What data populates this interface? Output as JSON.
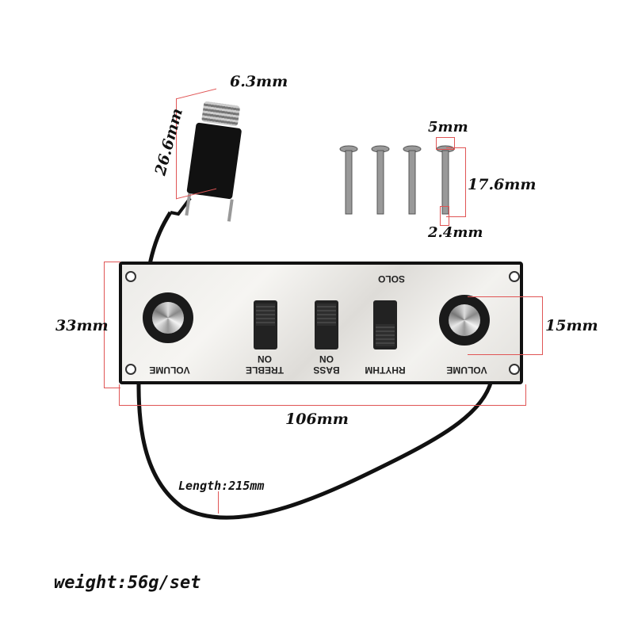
{
  "dimensions": {
    "jack_diameter": "6.3mm",
    "jack_length": "26.6mm",
    "screw_head": "5mm",
    "screw_length": "17.6mm",
    "screw_shank": "2.4mm",
    "plate_height": "33mm",
    "plate_width": "106mm",
    "knob_diameter": "15mm",
    "cable_length": "Length:215mm"
  },
  "plate_labels": {
    "solo": "SOLO",
    "volume_left": "VOLUME",
    "treble": "TREBLE",
    "treble_on": "ON",
    "bass": "BASS",
    "bass_on": "ON",
    "rhythm": "RHYTHM",
    "volume_right": "VOLUME"
  },
  "weight": "weight:56g/set",
  "colors": {
    "dimension_line": "#e05555",
    "plate": "#eeede9",
    "component": "#1a1a1a"
  }
}
